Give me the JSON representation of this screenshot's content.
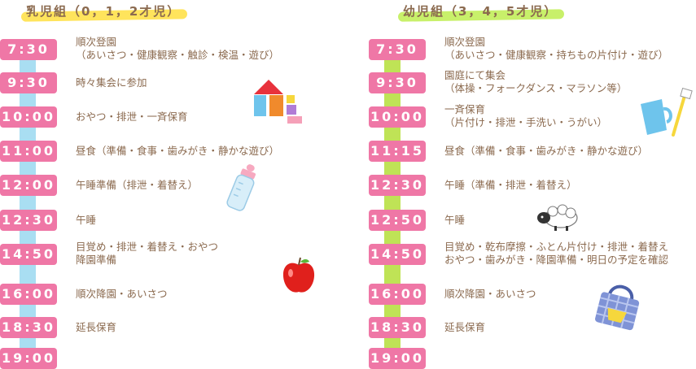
{
  "infant": {
    "title": "乳児組（0，1，2才児）",
    "rows": [
      {
        "time": "7:30",
        "lines": [
          "順次登園",
          "（あいさつ・健康観察・触診・検温・遊び）"
        ]
      },
      {
        "time": "9:30",
        "lines": [
          "時々集会に参加"
        ]
      },
      {
        "time": "10:00",
        "lines": [
          "おやつ・排泄・一斉保育"
        ]
      },
      {
        "time": "11:00",
        "lines": [
          "昼食（準備・食事・歯みがき・静かな遊び）"
        ]
      },
      {
        "time": "12:00",
        "lines": [
          "午睡準備（排泄・着替え）"
        ]
      },
      {
        "time": "12:30",
        "lines": [
          "午睡"
        ]
      },
      {
        "time": "14:50",
        "lines": [
          "目覚め・排泄・着替え・おやつ",
          "降園準備"
        ]
      },
      {
        "time": "16:00",
        "lines": [
          "順次降園・あいさつ"
        ]
      },
      {
        "time": "18:30",
        "lines": [
          "延長保育"
        ]
      },
      {
        "time": "19:00",
        "lines": []
      }
    ]
  },
  "toddler": {
    "title": "幼児組（3，4，5才児）",
    "rows": [
      {
        "time": "7:30",
        "lines": [
          "順次登園",
          "（あいさつ・健康観察・持ちもの片付け・遊び）"
        ]
      },
      {
        "time": "9:30",
        "lines": [
          "園庭にて集会",
          "（体操・フォークダンス・マラソン等）"
        ]
      },
      {
        "time": "10:00",
        "lines": [
          "一斉保育",
          "（片付け・排泄・手洗い・うがい）"
        ]
      },
      {
        "time": "11:15",
        "lines": [
          "昼食（準備・食事・歯みがき・静かな遊び）"
        ]
      },
      {
        "time": "12:30",
        "lines": [
          "午睡（準備・排泄・着替え）"
        ]
      },
      {
        "time": "12:50",
        "lines": [
          "午睡"
        ]
      },
      {
        "time": "14:50",
        "lines": [
          "目覚め・乾布摩擦・ふとん片付け・排泄・着替え",
          "おやつ・歯みがき・降園準備・明日の予定を確認"
        ]
      },
      {
        "time": "16:00",
        "lines": [
          "順次降園・あいさつ"
        ]
      },
      {
        "time": "18:30",
        "lines": [
          "延長保育"
        ]
      },
      {
        "time": "19:00",
        "lines": []
      }
    ]
  },
  "illustrations": {
    "left": [
      "toy-blocks-icon",
      "baby-bottle-icon",
      "apple-icon"
    ],
    "right": [
      "cup-toothbrush-icon",
      "sheep-icon",
      "bag-icon"
    ]
  },
  "colors": {
    "badge": "#ef77a6",
    "rail_left": "#a9def2",
    "rail_right": "#bfe356",
    "title_highlight_left": "#ffe45c",
    "title_highlight_right": "#c8f06a",
    "text": "#8b6a4f"
  }
}
